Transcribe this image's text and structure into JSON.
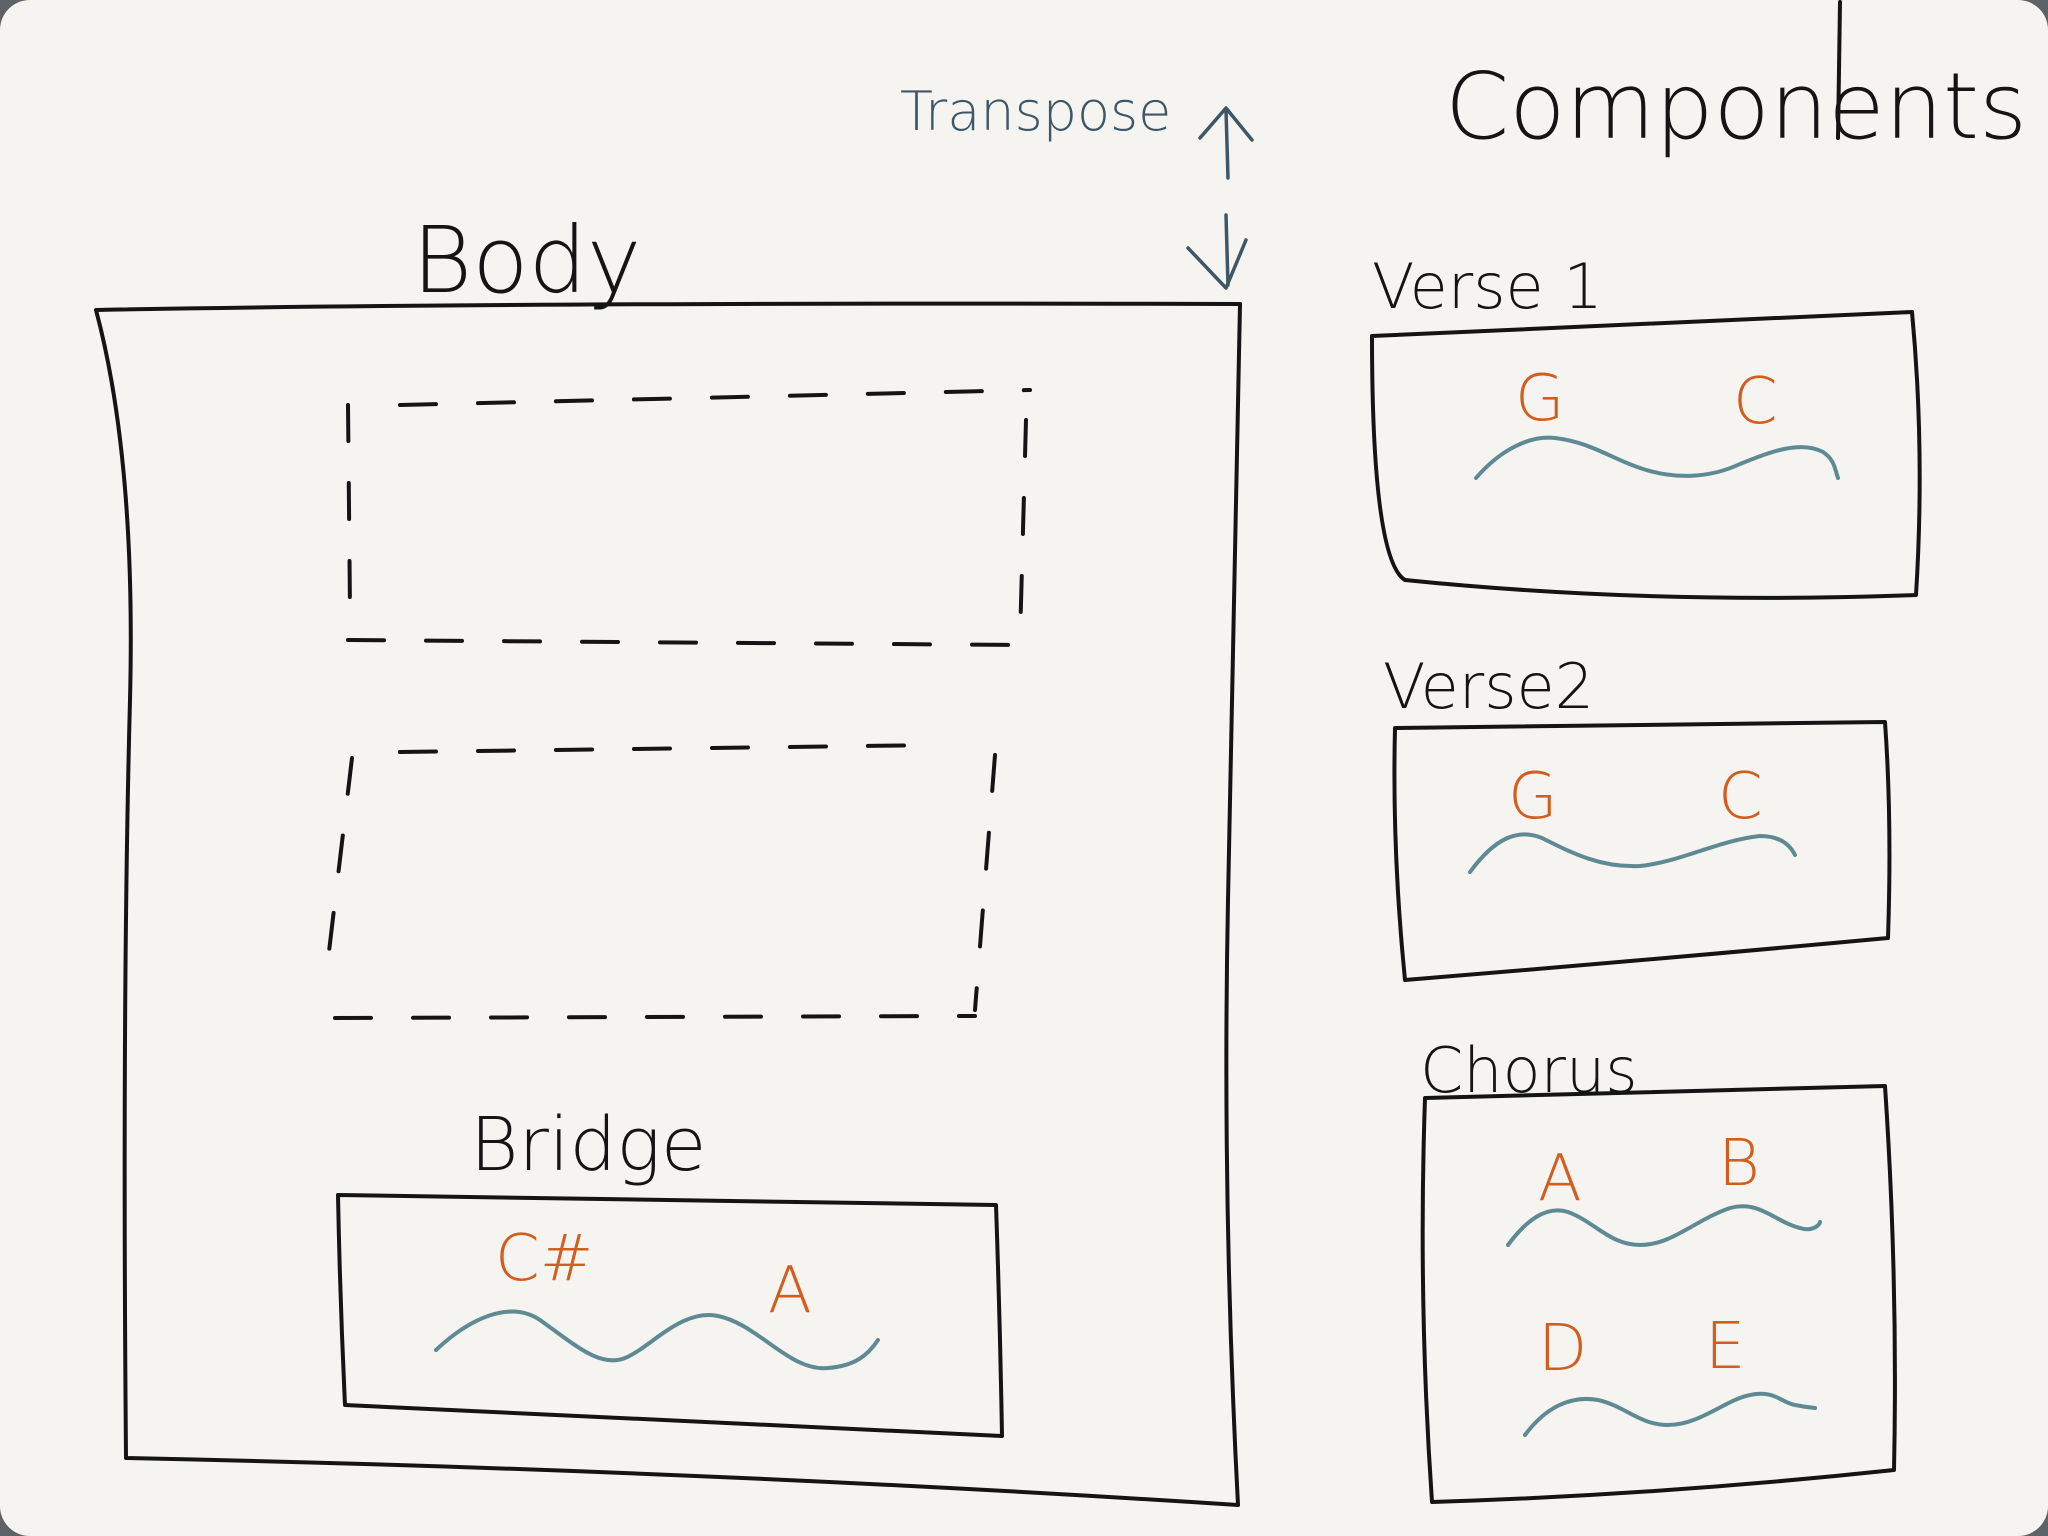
{
  "labels": {
    "components": "Components",
    "transpose": "Transpose",
    "body": "Body",
    "bridge": "Bridge"
  },
  "colors": {
    "ink": "#141414",
    "chord": "#d35d1e",
    "melody": "#5e8a94",
    "transpose": "#3f5666",
    "paper": "#f5f4f0"
  },
  "components": [
    {
      "title": "Verse 1",
      "chords": [
        "G",
        "C"
      ]
    },
    {
      "title": "Verse2",
      "chords": [
        "G",
        "C"
      ]
    },
    {
      "title": "Chorus",
      "chords": [
        "A",
        "B",
        "D",
        "E"
      ]
    }
  ],
  "bridge": {
    "chords": [
      "C#",
      "A"
    ]
  },
  "icons": [
    "arrow-up-icon",
    "arrow-down-icon"
  ]
}
